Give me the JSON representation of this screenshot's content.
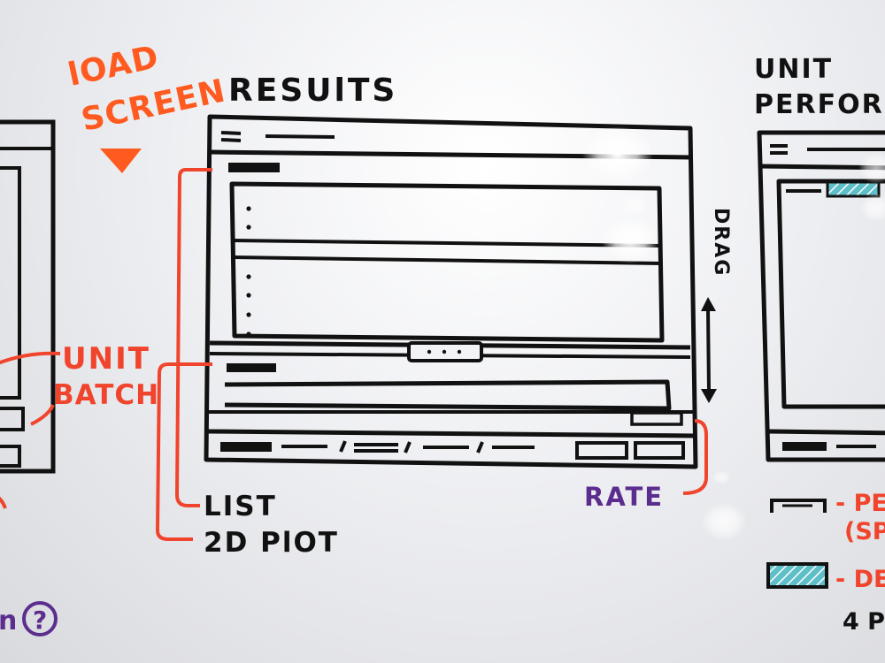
{
  "colors": {
    "ink": "#111111",
    "orange": "#ff5a1f",
    "red": "#f0442c",
    "purple": "#5b2d8e",
    "teal": "#5fbfc9"
  },
  "left_sketch": {
    "labels": {
      "unit": "UNIT",
      "batch": "BATCH",
      "question_prefix": "n",
      "question_mark": "?"
    }
  },
  "load_screen": {
    "line1": "lOAD",
    "line2": "SCREEN",
    "marker_icon": "triangle-down-icon"
  },
  "results": {
    "title": "RESUlTS",
    "annotations": {
      "drag": "DRAG",
      "list": "LIST",
      "plot": "2D PlOT",
      "rate": "RATE"
    }
  },
  "unit_performance": {
    "title_line1": "UNIT",
    "title_line2": "PERFORM",
    "legend": [
      {
        "icon": "outline-box-icon",
        "text": "- PE"
      },
      {
        "icon": "outline-box-icon",
        "text": "(SP"
      },
      {
        "icon": "hatched-box-icon",
        "text": "- DE"
      },
      {
        "icon": "arrow-icon",
        "text": "4 P"
      }
    ]
  }
}
